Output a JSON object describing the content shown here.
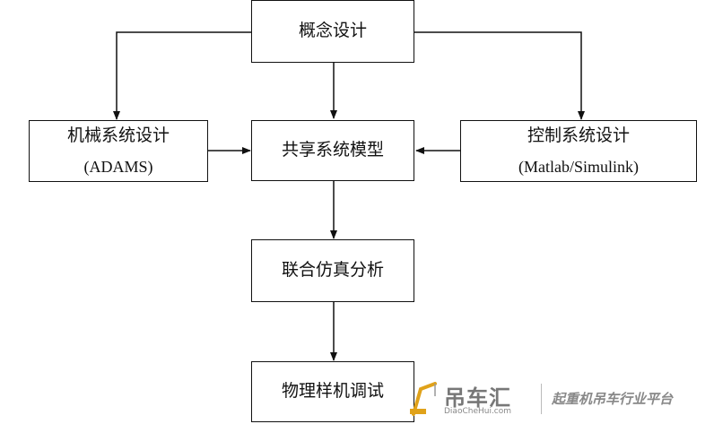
{
  "diagram": {
    "concept": "概念设计",
    "mechanical": {
      "title": "机械系统设计",
      "sub": "(ADAMS)"
    },
    "shared": "共享系统模型",
    "control": {
      "title": "控制系统设计",
      "sub": "(Matlab/Simulink)"
    },
    "cosim": "联合仿真分析",
    "physical": "物理样机调试"
  },
  "watermark": {
    "name": "吊车汇",
    "url": "DiaoCheHui.com",
    "slogan": "起重机吊车行业平台"
  }
}
